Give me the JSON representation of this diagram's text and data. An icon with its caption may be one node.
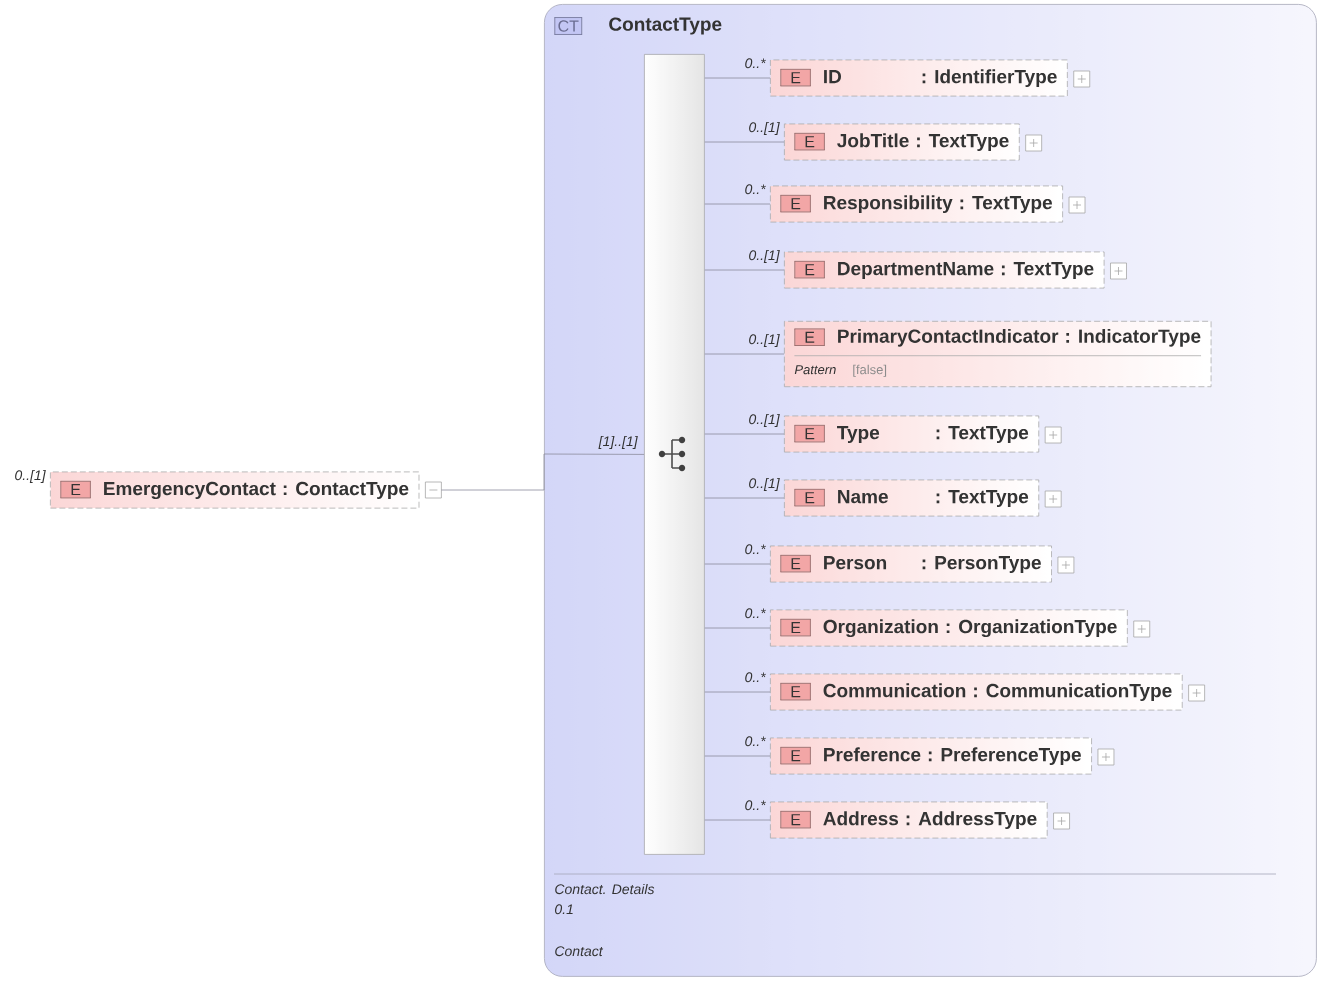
{
  "diagram": {
    "nodes": [
      {
        "text": [
          "E",
          "EmergencyContact",
          ": ContactType"
        ],
        "beside": [
          "0..[1]"
        ]
      },
      {
        "text": [
          "CT",
          "ContactType",
          "Contact. Details",
          "0.1",
          "Contact"
        ]
      },
      {
        "text": [],
        "shape": "bar",
        "in": 1
      },
      {
        "text": [
          "E",
          "ID",
          ": IdentifierType"
        ],
        "in": 1,
        "beside": [
          "0..*"
        ]
      },
      {
        "text": [
          "E",
          "JobTitle",
          ": TextType"
        ],
        "in": 1,
        "beside": [
          "0..[1]"
        ]
      },
      {
        "text": [
          "E",
          "Responsibility",
          ": TextType"
        ],
        "in": 1,
        "beside": [
          "0..*"
        ]
      },
      {
        "text": [
          "E",
          "DepartmentName",
          ": TextType"
        ],
        "in": 1,
        "beside": [
          "0..[1]"
        ]
      },
      {
        "text": [
          "E",
          "PrimaryContactIndicator",
          ": IndicatorType",
          "Pattern",
          "[false]"
        ],
        "in": 1,
        "beside": [
          "0..[1]"
        ]
      },
      {
        "text": [
          "E",
          "Type",
          ": TextType"
        ],
        "in": 1,
        "beside": [
          "0..[1]"
        ]
      },
      {
        "text": [
          "E",
          "Name",
          ": TextType"
        ],
        "in": 1,
        "beside": [
          "0..[1]"
        ]
      },
      {
        "text": [
          "E",
          "Person",
          ": PersonType"
        ],
        "in": 1,
        "beside": [
          "0..*"
        ]
      },
      {
        "text": [
          "E",
          "Organization",
          ": OrganizationType"
        ],
        "in": 1,
        "beside": [
          "0..*"
        ]
      },
      {
        "text": [
          "E",
          "Communication",
          ": CommunicationType"
        ],
        "in": 1,
        "beside": [
          "0..*"
        ]
      },
      {
        "text": [
          "E",
          "Preference",
          ": PreferenceType"
        ],
        "in": 1,
        "beside": [
          "0..*"
        ]
      },
      {
        "text": [
          "E",
          "Address",
          ": AddressType"
        ],
        "in": 1,
        "beside": [
          "0..*"
        ]
      }
    ],
    "edges": [
      {
        "from": 0,
        "to": 2,
        "arrow": "none",
        "label": "[1]..[1]"
      },
      {
        "from": 2,
        "to": 3,
        "arrow": "none"
      },
      {
        "from": 2,
        "to": 4,
        "arrow": "none"
      },
      {
        "from": 2,
        "to": 5,
        "arrow": "none"
      },
      {
        "from": 2,
        "to": 6,
        "arrow": "none"
      },
      {
        "from": 2,
        "to": 7,
        "arrow": "none"
      },
      {
        "from": 2,
        "to": 8,
        "arrow": "none"
      },
      {
        "from": 2,
        "to": 9,
        "arrow": "none"
      },
      {
        "from": 2,
        "to": 10,
        "arrow": "none"
      },
      {
        "from": 2,
        "to": 11,
        "arrow": "none"
      },
      {
        "from": 2,
        "to": 12,
        "arrow": "none"
      },
      {
        "from": 2,
        "to": 13,
        "arrow": "none"
      },
      {
        "from": 2,
        "to": 14,
        "arrow": "none"
      }
    ]
  }
}
